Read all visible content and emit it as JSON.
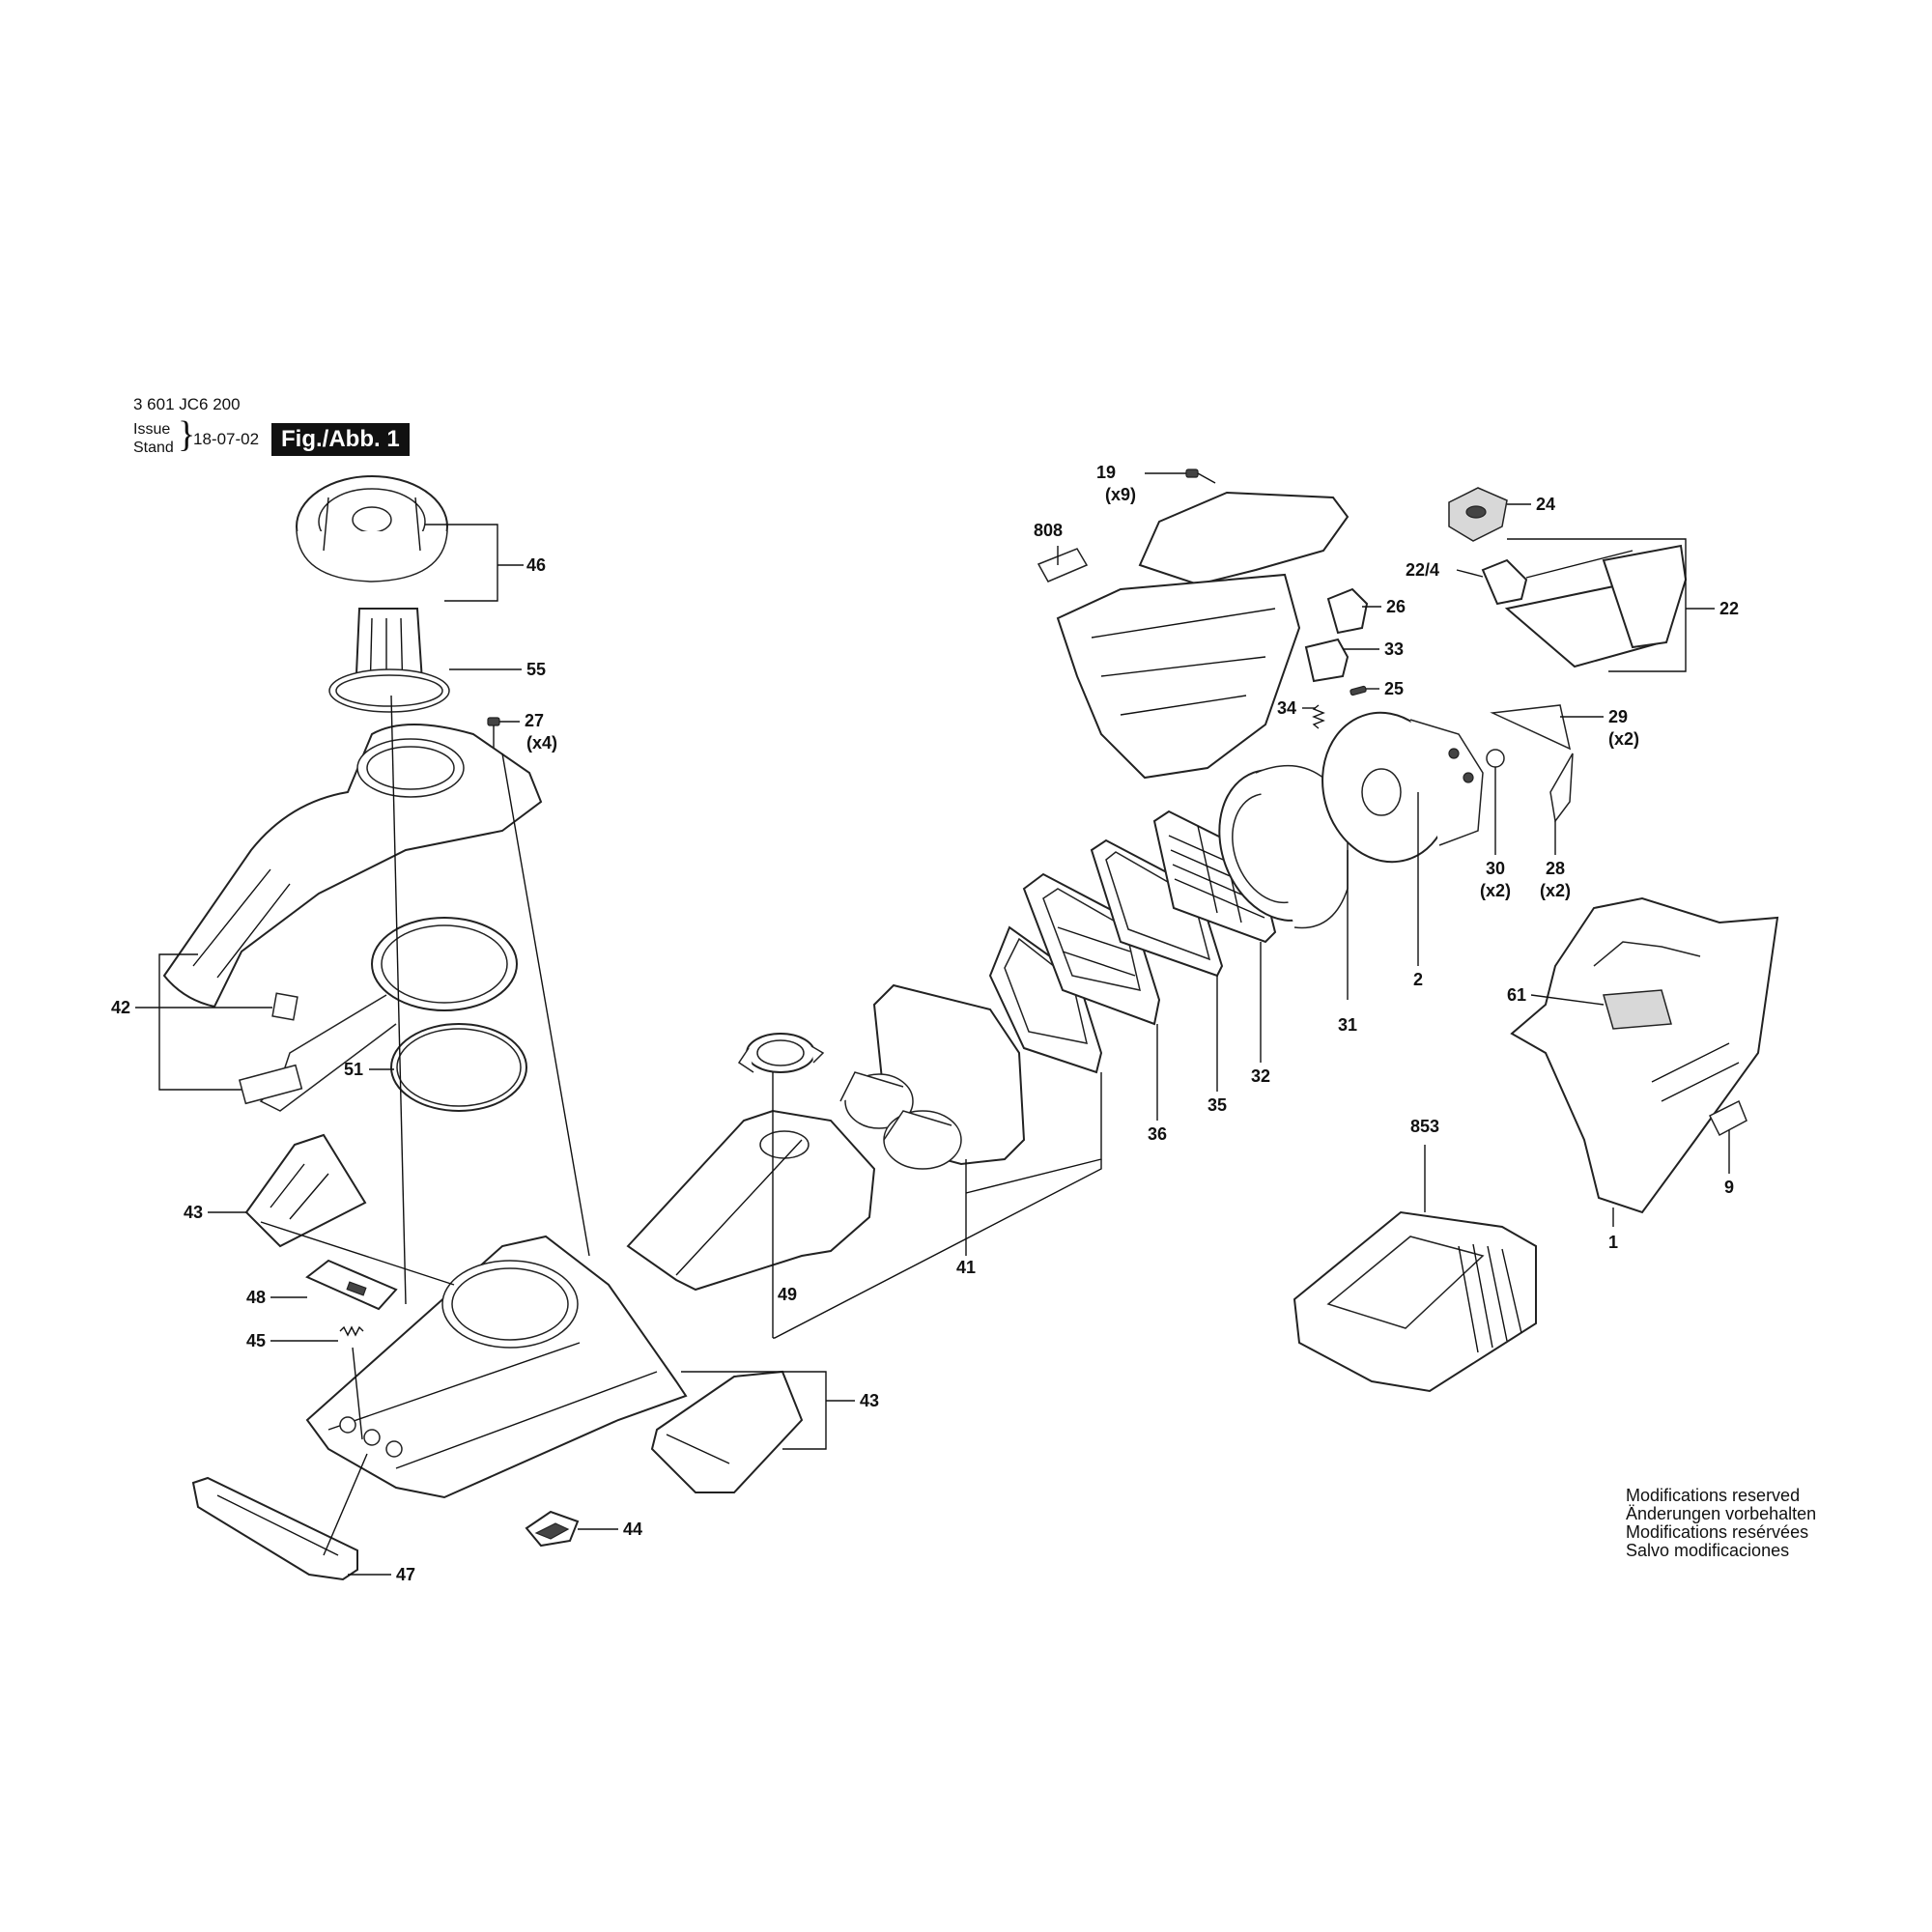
{
  "header": {
    "doc_number": "3 601 JC6 200",
    "issue_label": "Issue",
    "stand_label": "Stand",
    "issue_date": "18-07-02",
    "figure_label": "Fig./Abb. 1"
  },
  "notes": [
    "Modifications reserved",
    "Änderungen vorbehalten",
    "Modifications resérvées",
    "Salvo modificaciones"
  ],
  "callouts": [
    {
      "id": "c19",
      "text": "19",
      "sub": "(x9)"
    },
    {
      "id": "c808",
      "text": "808"
    },
    {
      "id": "c24",
      "text": "24"
    },
    {
      "id": "c22_4",
      "text": "22/4"
    },
    {
      "id": "c22",
      "text": "22"
    },
    {
      "id": "c26",
      "text": "26"
    },
    {
      "id": "c33",
      "text": "33"
    },
    {
      "id": "c34",
      "text": "34"
    },
    {
      "id": "c25",
      "text": "25"
    },
    {
      "id": "c29",
      "text": "29",
      "sub": "(x2)"
    },
    {
      "id": "c30",
      "text": "30",
      "sub": "(x2)"
    },
    {
      "id": "c28",
      "text": "28",
      "sub": "(x2)"
    },
    {
      "id": "c46",
      "text": "46"
    },
    {
      "id": "c55",
      "text": "55"
    },
    {
      "id": "c27",
      "text": "27",
      "sub": "(x4)"
    },
    {
      "id": "c42",
      "text": "42"
    },
    {
      "id": "c51",
      "text": "51"
    },
    {
      "id": "c43a",
      "text": "43"
    },
    {
      "id": "c48",
      "text": "48"
    },
    {
      "id": "c45",
      "text": "45"
    },
    {
      "id": "c43b",
      "text": "43"
    },
    {
      "id": "c44",
      "text": "44"
    },
    {
      "id": "c47",
      "text": "47"
    },
    {
      "id": "c49",
      "text": "49"
    },
    {
      "id": "c41",
      "text": "41"
    },
    {
      "id": "c36",
      "text": "36"
    },
    {
      "id": "c35",
      "text": "35"
    },
    {
      "id": "c32",
      "text": "32"
    },
    {
      "id": "c31",
      "text": "31"
    },
    {
      "id": "c2",
      "text": "2"
    },
    {
      "id": "c61",
      "text": "61"
    },
    {
      "id": "c853",
      "text": "853"
    },
    {
      "id": "c9",
      "text": "9"
    },
    {
      "id": "c1",
      "text": "1"
    }
  ]
}
